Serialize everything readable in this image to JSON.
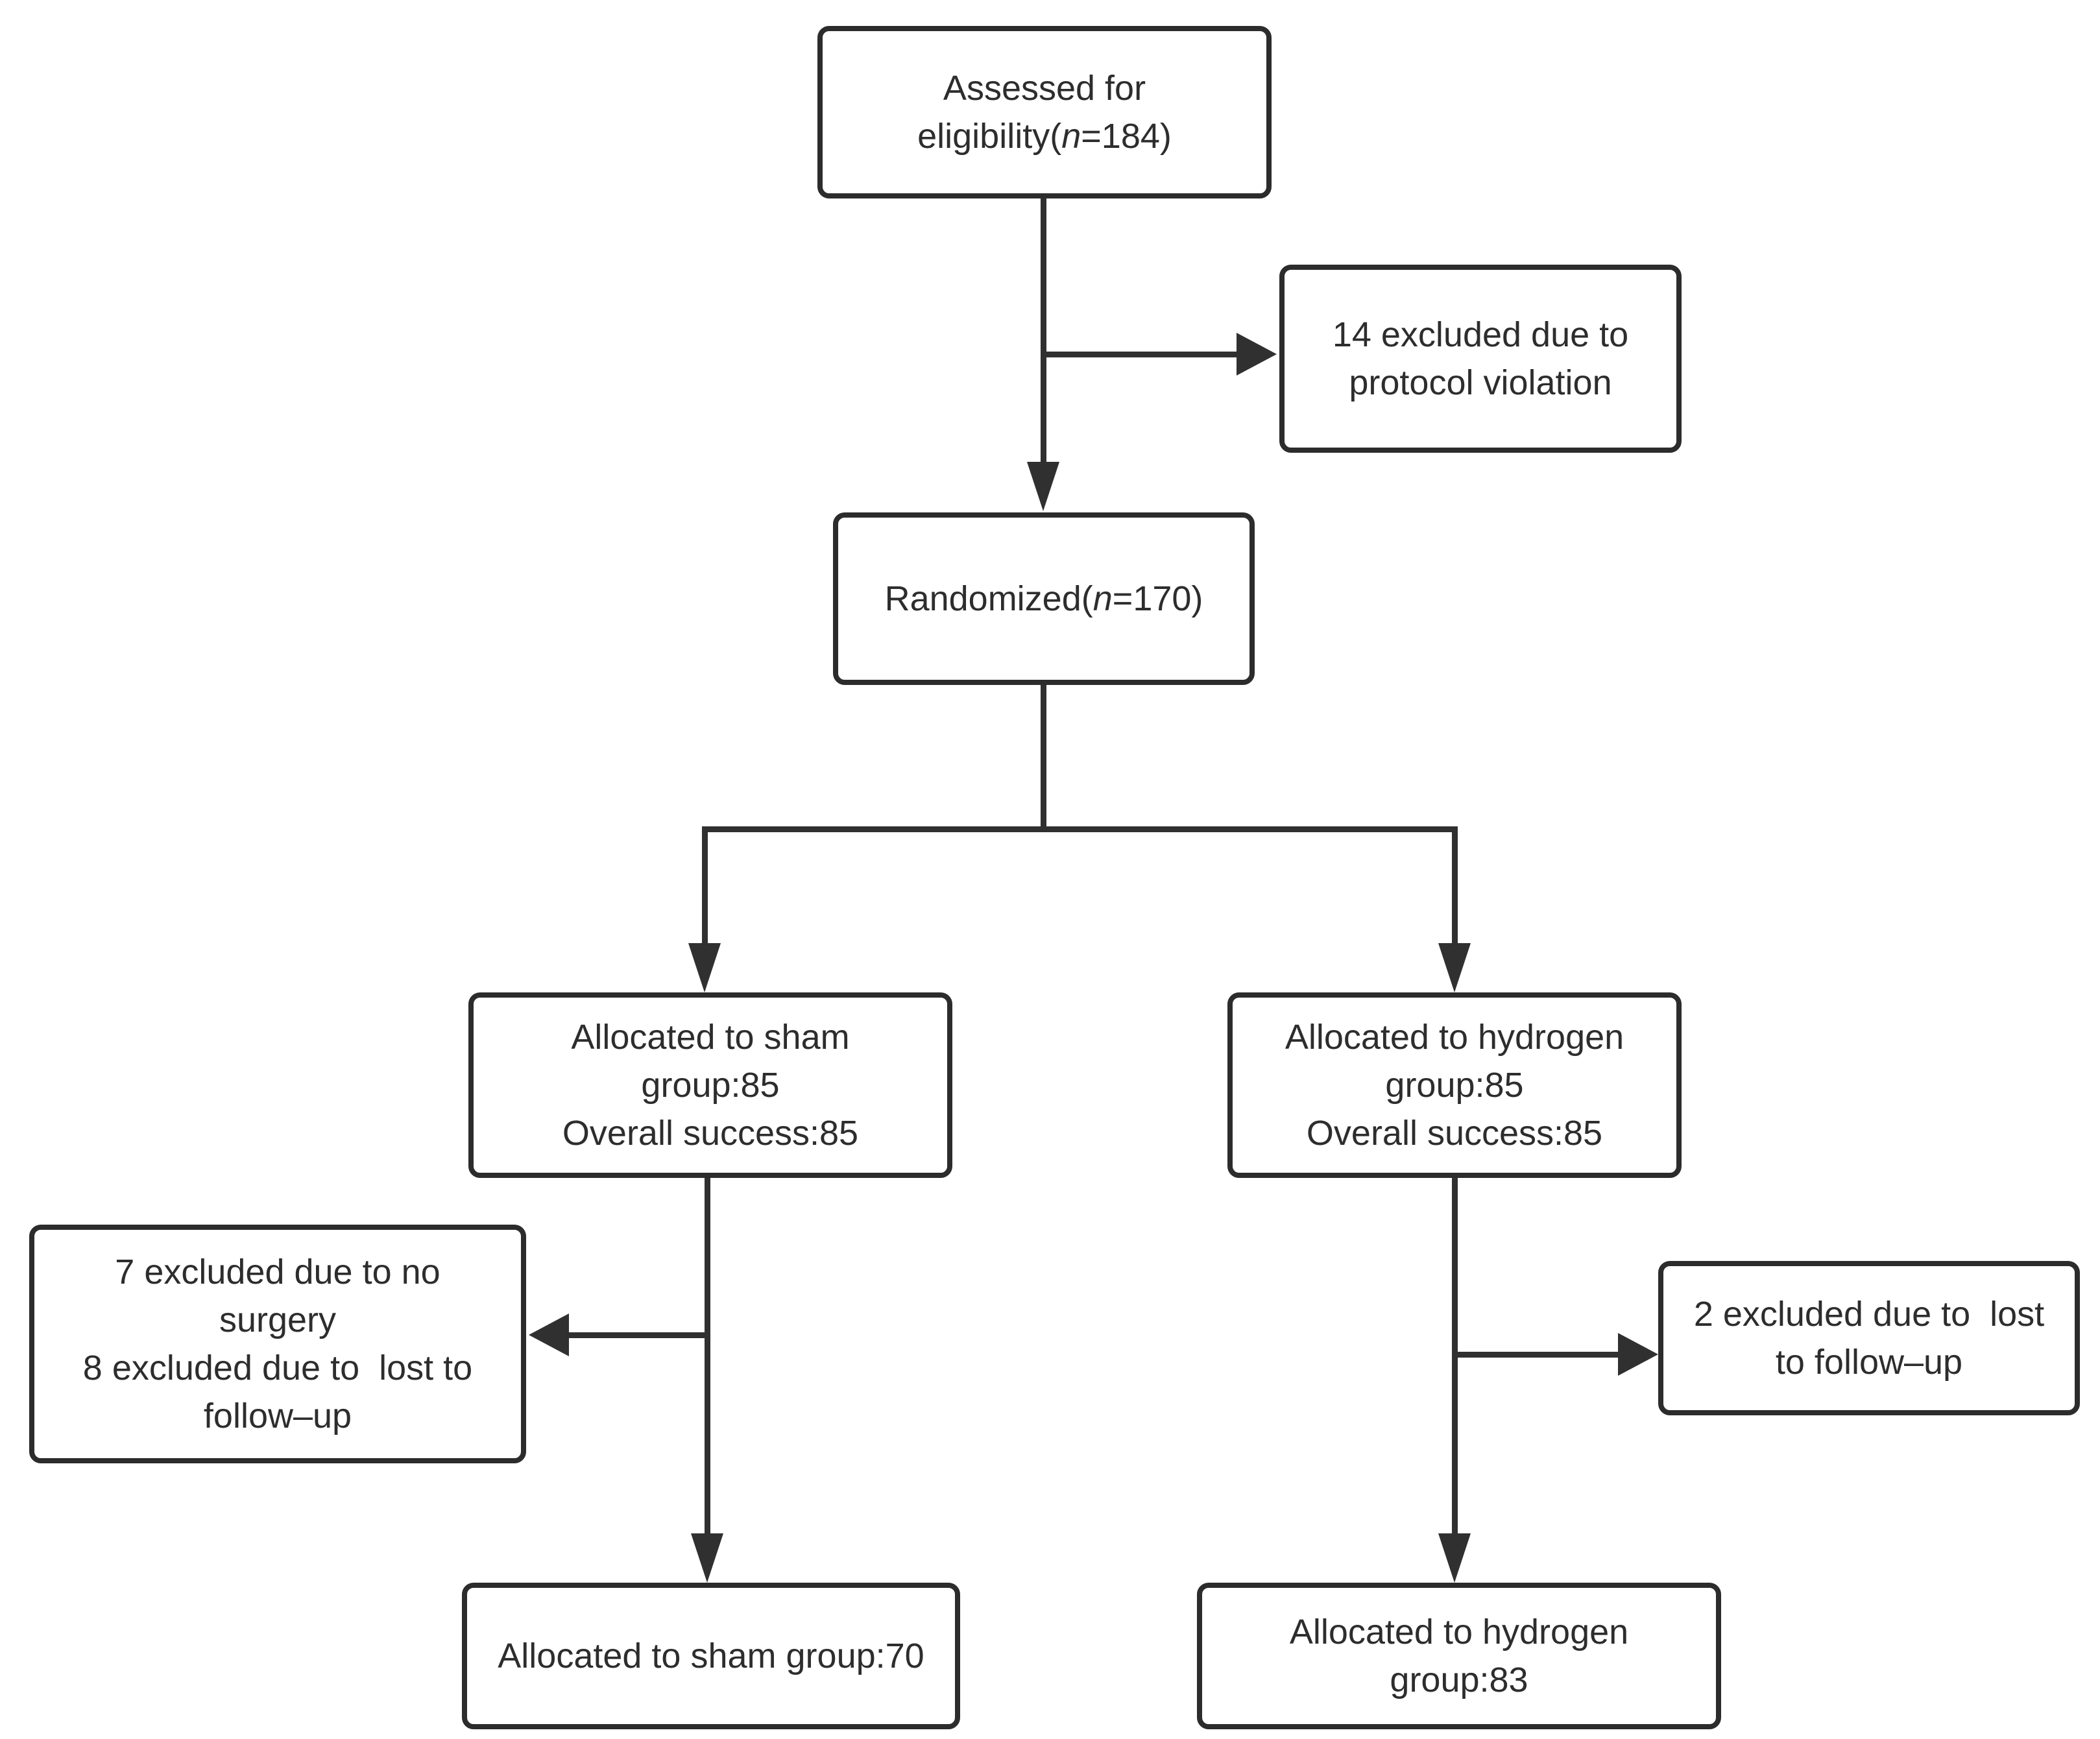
{
  "figure": {
    "type": "consort-flow-diagram",
    "background_color": "#ffffff",
    "box_border_color": "#2c2c2c",
    "connector_color": "#303030",
    "text_color": "#2d2d2d"
  },
  "nodes": {
    "assessed": {
      "line1": "Assessed for",
      "line2_pre": "eligibility(",
      "n_italic": "n",
      "line2_post": "=184)"
    },
    "excluded_protocol": {
      "lines": [
        "14 excluded due to",
        "protocol violation"
      ]
    },
    "randomized": {
      "pre": "Randomized(",
      "n_italic": "n",
      "post": "=170)"
    },
    "sham_allocated": {
      "lines": [
        "Allocated to sham",
        "group:85",
        "Overall success:85"
      ]
    },
    "hydrogen_allocated": {
      "lines": [
        "Allocated to hydrogen",
        "group:85",
        "Overall success:85"
      ]
    },
    "sham_excluded": {
      "lines": [
        "7 excluded due to no",
        "surgery",
        "8 excluded due to  lost to",
        "follow–up"
      ]
    },
    "hydrogen_excluded": {
      "lines": [
        "2 excluded due to  lost",
        "to follow–up"
      ]
    },
    "sham_final": {
      "lines": [
        "Allocated to sham group:70"
      ]
    },
    "hydrogen_final": {
      "lines": [
        "Allocated to hydrogen",
        "group:83"
      ]
    }
  }
}
